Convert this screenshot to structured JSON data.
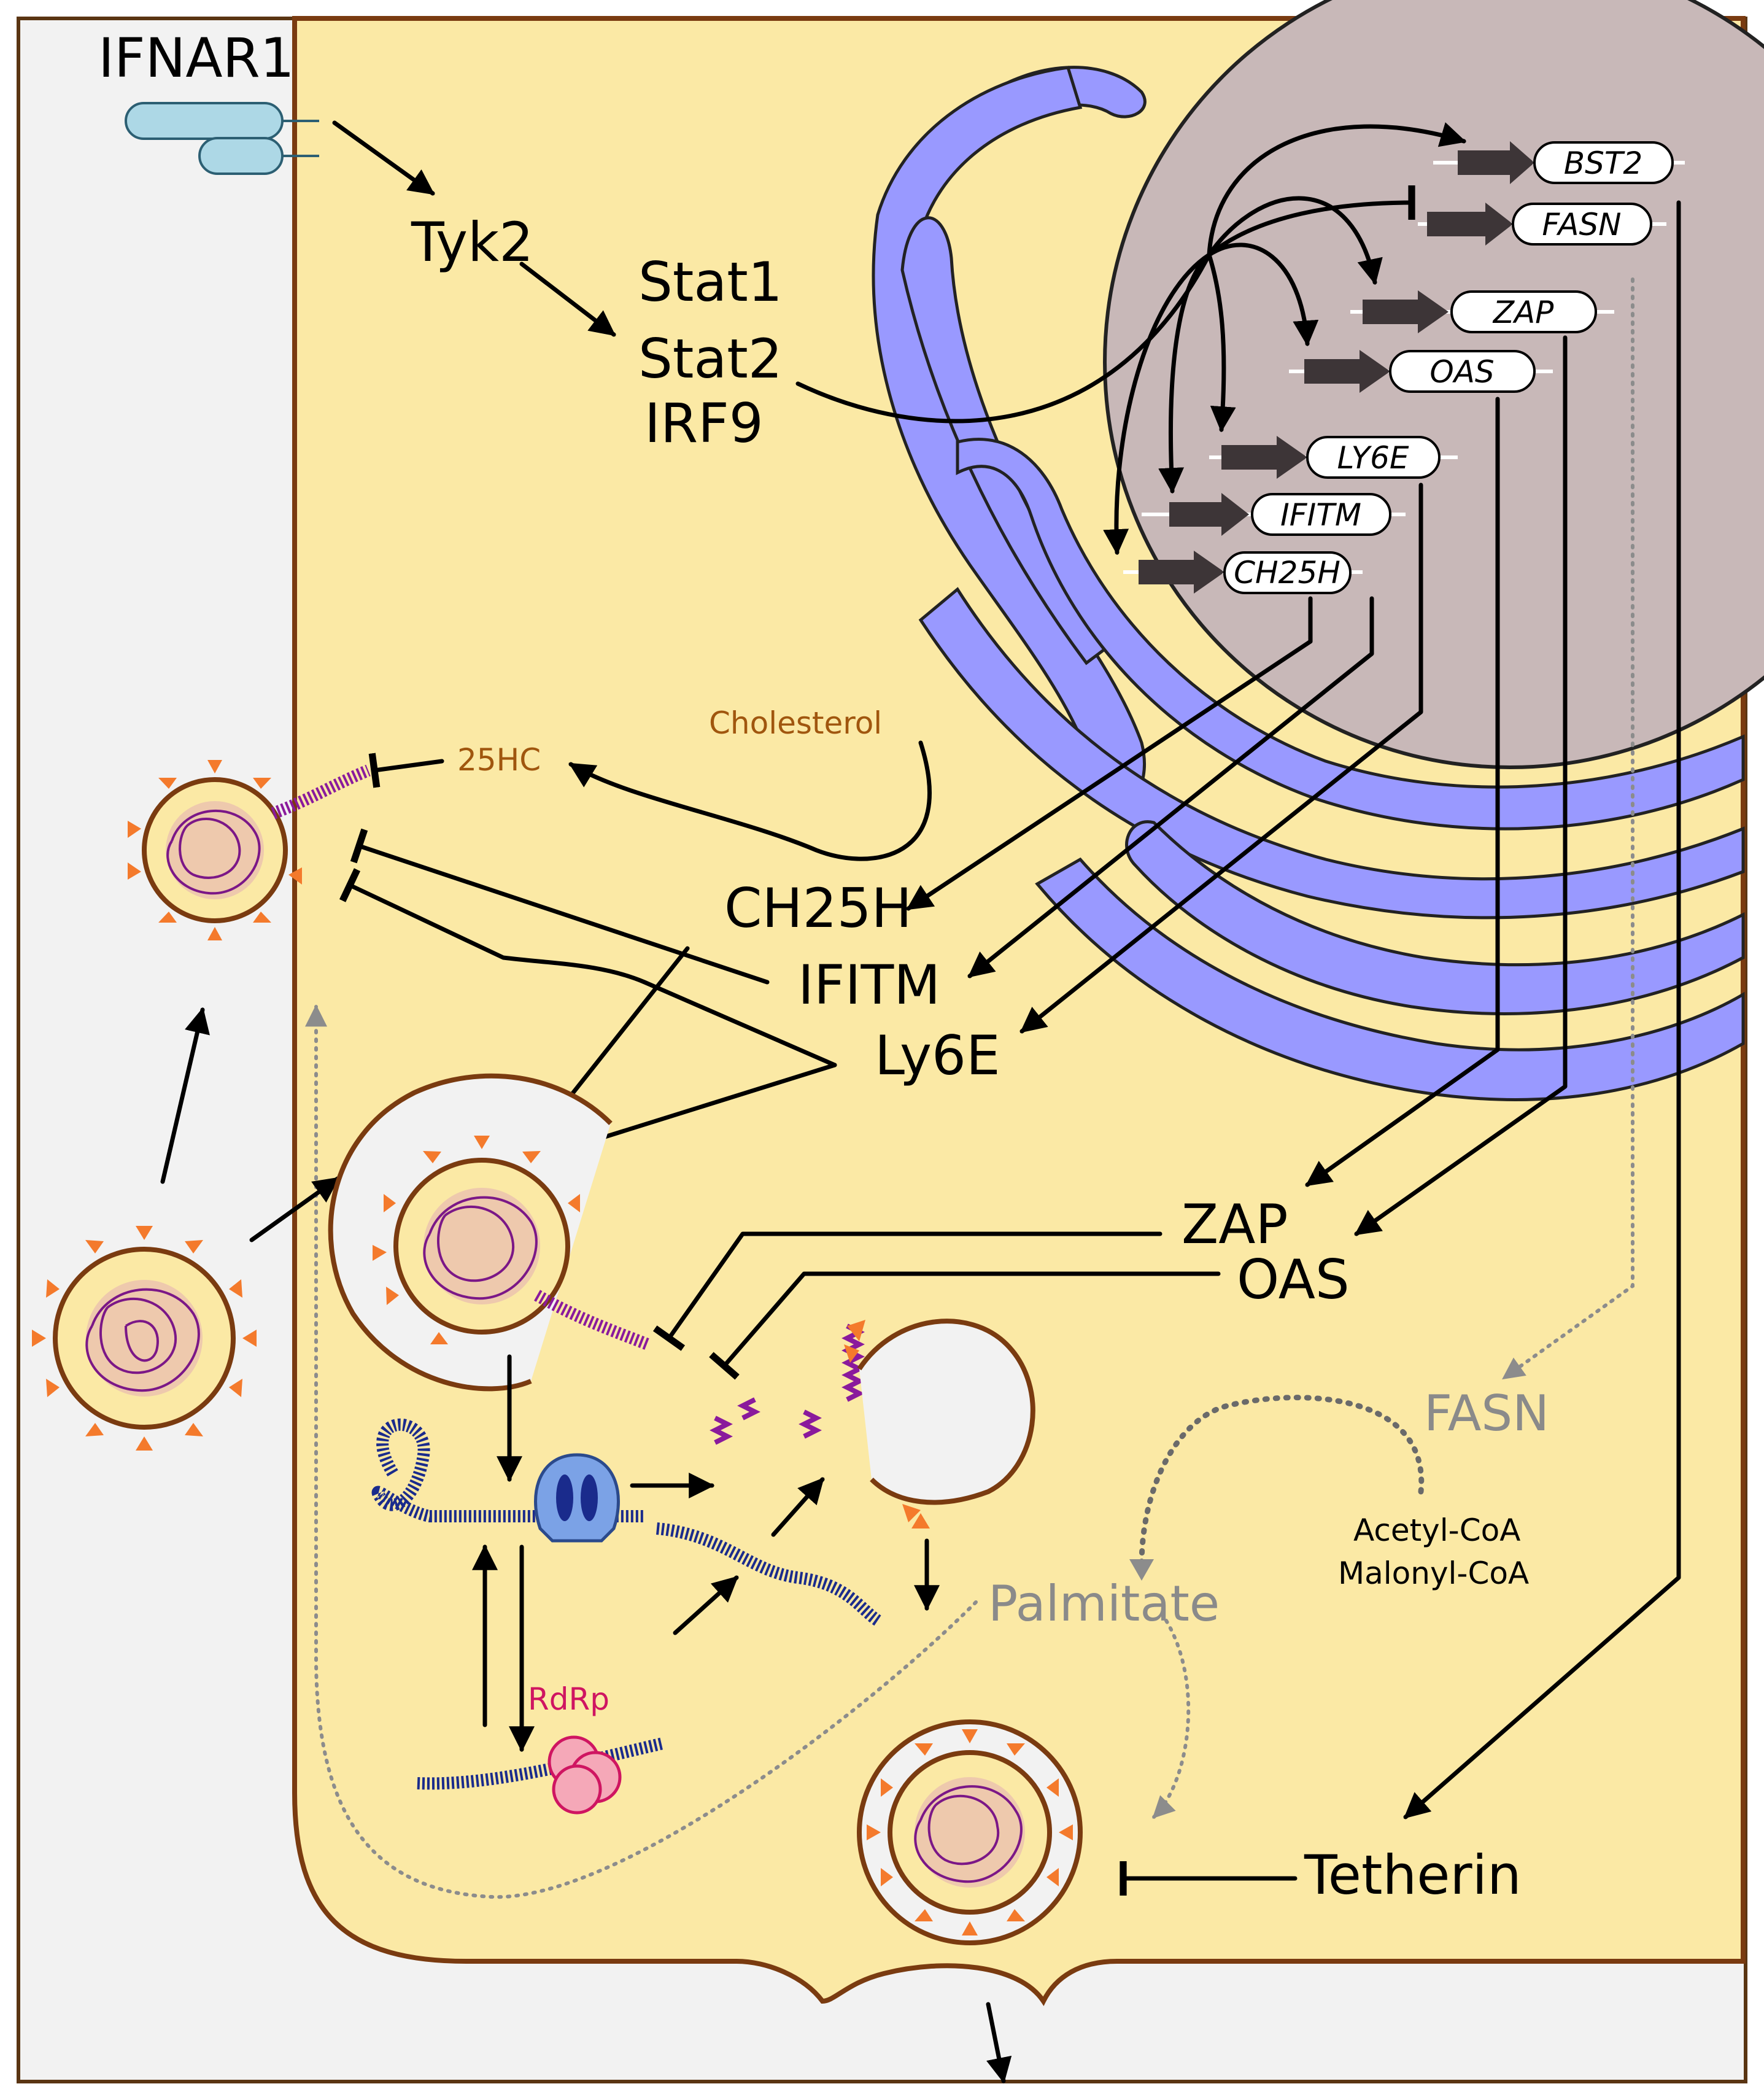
{
  "receptor": {
    "label": "IFNAR1"
  },
  "signaling": {
    "tyk2": "Tyk2",
    "stat1": "Stat1",
    "stat2": "Stat2",
    "irf9": "IRF9"
  },
  "genes": [
    "BST2",
    "FASN",
    "ZAP",
    "OAS",
    "LY6E",
    "IFITM",
    "CH25H"
  ],
  "proteins": {
    "ch25h": "CH25H",
    "ifitm": "IFITM",
    "ly6e": "Ly6E",
    "zap": "ZAP",
    "oas": "OAS",
    "fasn": "FASN",
    "tetherin": "Tetherin"
  },
  "metabolites": {
    "cholesterol": "Cholesterol",
    "hc25": "25HC",
    "acetyl_coa": "Acetyl-CoA",
    "malonyl_coa": "Malonyl-CoA",
    "palmitate": "Palmitate"
  },
  "enzymes": {
    "rdrp": "RdRp"
  },
  "colors": {
    "cytoplasm": "#fbe9a5",
    "extracellular": "#f2f2f2",
    "nucleus": "#c8b8b8",
    "er": "#9999ff",
    "membrane": "#7a3b10",
    "spike": "#f47a2c",
    "genome": "#7b1787",
    "ribosome": "#7ba2e6",
    "rdrp": "#f5a8b8",
    "inhibition": "#000000",
    "fasn_path": "#8a8a8a"
  }
}
